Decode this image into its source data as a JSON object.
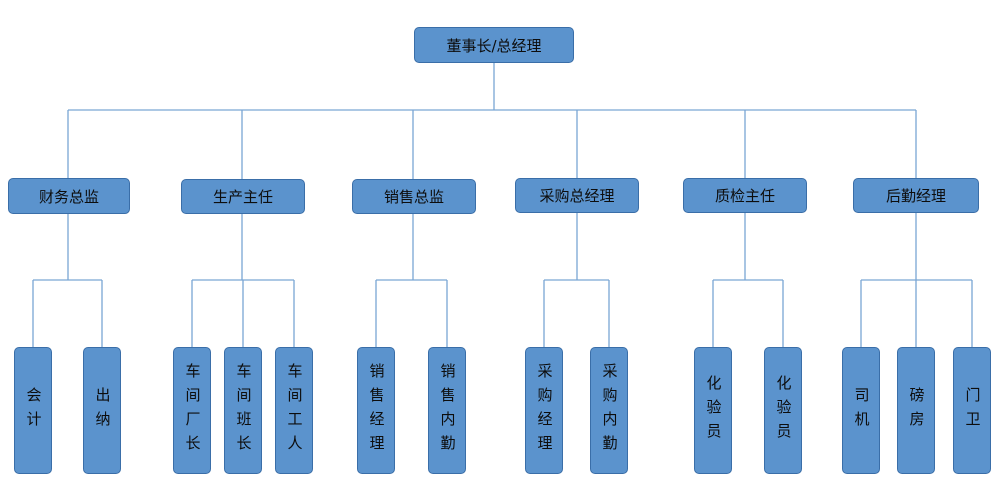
{
  "root": {
    "label": "董事长/总经理"
  },
  "managers": [
    {
      "label": "财务总监",
      "staff": [
        "会计",
        "出纳"
      ]
    },
    {
      "label": "生产主任",
      "staff": [
        "车间厂长",
        "车间班长",
        "车间工人"
      ]
    },
    {
      "label": "销售总监",
      "staff": [
        "销售经理",
        "销售内勤"
      ]
    },
    {
      "label": "采购总经理",
      "staff": [
        "采购经理",
        "采购内勤"
      ]
    },
    {
      "label": "质检主任",
      "staff": [
        "化验员",
        "化验员"
      ]
    },
    {
      "label": "后勤经理",
      "staff": [
        "司机",
        "磅房",
        "门卫"
      ]
    }
  ],
  "colors": {
    "box_fill": "#5b93cd",
    "box_border": "#3a6ea8",
    "line": "#7aa6d4"
  }
}
